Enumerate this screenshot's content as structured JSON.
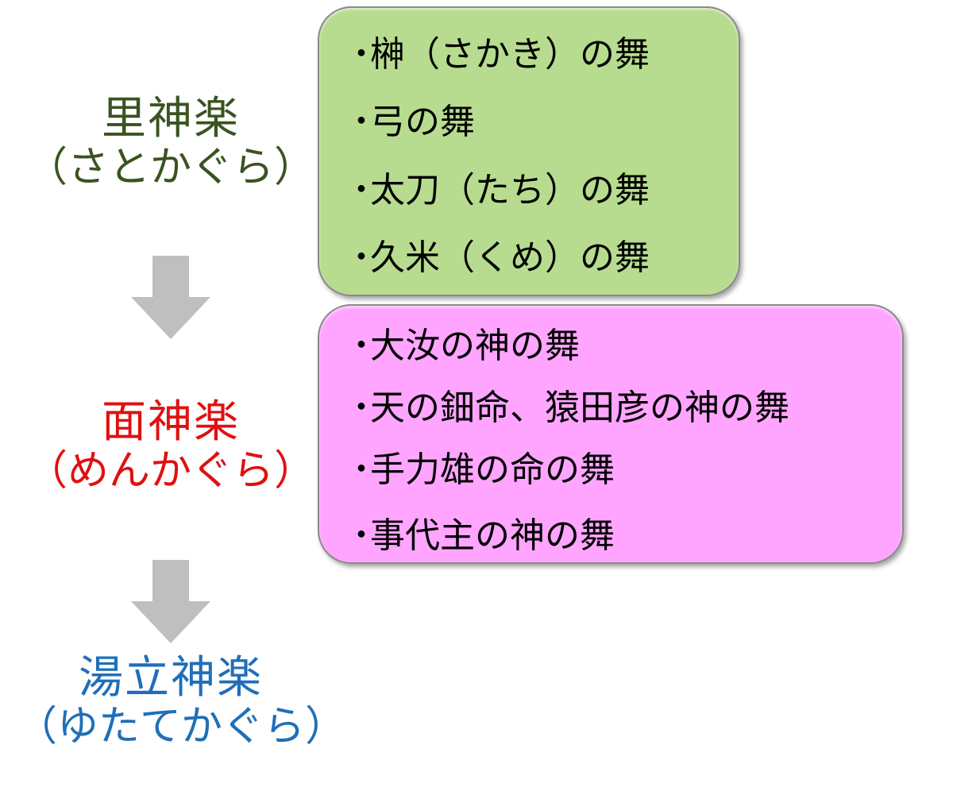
{
  "colors": {
    "stage1": "#3a5320",
    "stage2": "#e01010",
    "stage3": "#1f6fb8",
    "arrow": "#bfbfbf",
    "box1_fill": "#b7dc8f",
    "box2_fill": "#ffa5ff"
  },
  "bullet": "･",
  "stages": [
    {
      "name": "里神楽",
      "reading": "（さとかぐら）"
    },
    {
      "name": "面神楽",
      "reading": "（めんかぐら）"
    },
    {
      "name": "湯立神楽",
      "reading": "（ゆたてかぐら）"
    }
  ],
  "box1": {
    "items": [
      "榊（さかき）の舞",
      "弓の舞",
      "太刀（たち）の舞",
      "久米（くめ）の舞"
    ]
  },
  "box2": {
    "items": [
      "大汝の神の舞",
      "天の鈿命、猿田彦の神の舞",
      "手力雄の命の舞",
      "事代主の神の舞"
    ]
  }
}
